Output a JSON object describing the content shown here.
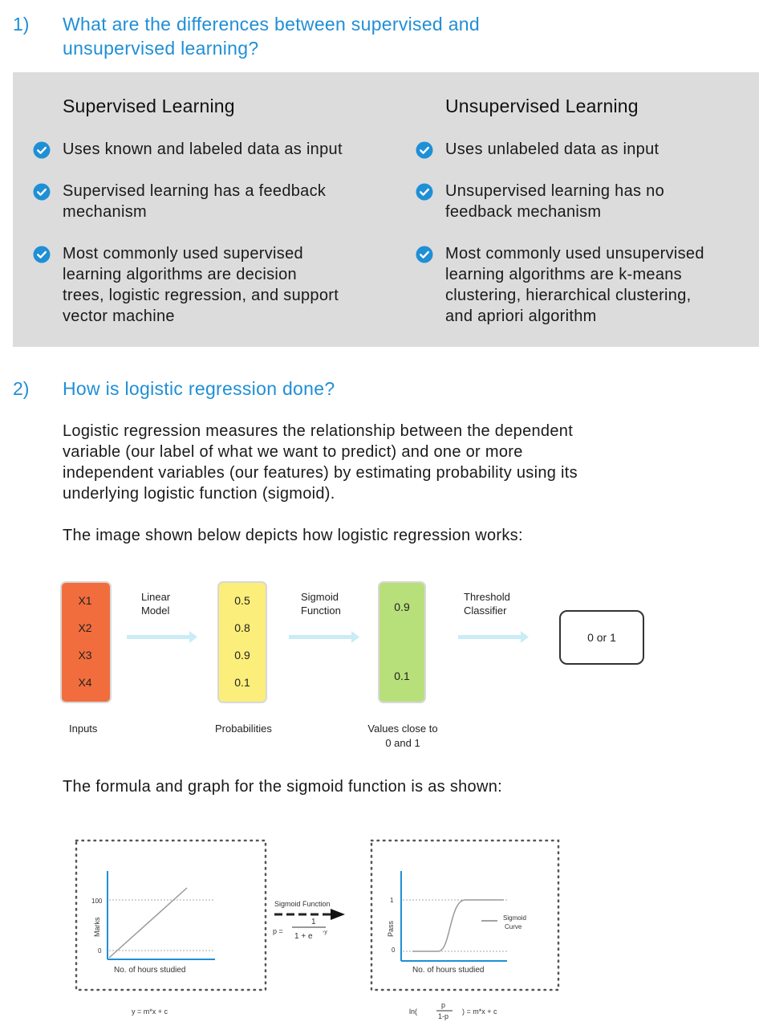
{
  "q1": {
    "number": "1)",
    "title_line1": "What are the differences between supervised and",
    "title_line2": "unsupervised learning?",
    "left": {
      "heading": "Supervised Learning",
      "items": [
        [
          "Uses known and labeled data as input"
        ],
        [
          "Supervised learning has a feedback",
          "mechanism"
        ],
        [
          "Most commonly used supervised",
          "learning algorithms are decision",
          "trees, logistic regression, and support",
          "vector machine"
        ]
      ]
    },
    "right": {
      "heading": "Unsupervised Learning",
      "items": [
        [
          "Uses unlabeled data as input"
        ],
        [
          "Unsupervised learning has no",
          "feedback mechanism"
        ],
        [
          "Most commonly used unsupervised",
          "learning algorithms are k-means",
          "clustering, hierarchical clustering,",
          "and apriori algorithm"
        ]
      ]
    }
  },
  "q2": {
    "number": "2)",
    "title": "How is logistic regression done?",
    "para1": [
      "Logistic regression measures the relationship between the dependent",
      "variable (our label of what we want to predict) and one or more",
      "independent variables (our features) by estimating probability using its",
      "underlying logistic function (sigmoid)."
    ],
    "para2": "The image shown below depicts how logistic regression works:",
    "para3": "The formula and graph for the sigmoid function is as shown:"
  },
  "flow": {
    "inputs": [
      "X1",
      "X2",
      "X3",
      "X4"
    ],
    "inputs_label": "Inputs",
    "linear_label": [
      "Linear",
      "Model"
    ],
    "probs": [
      "0.5",
      "0.8",
      "0.9",
      "0.1"
    ],
    "probs_label": "Probabilities",
    "sigmoid_label": [
      "Sigmoid",
      "Function"
    ],
    "values": [
      "0.9",
      "0.1"
    ],
    "values_label": [
      "Values close to",
      "0 and 1"
    ],
    "threshold_label": [
      "Threshold",
      "Classifier"
    ],
    "output": "0 or 1",
    "colors": {
      "inputs": "#f26d3d",
      "probs": "#fbee7a",
      "values": "#b8e07a",
      "arrow": "#c9ecf7",
      "accent": "#1f8fd6",
      "panel": "#dcdcdc"
    }
  },
  "graphs": {
    "left_ytop": "100",
    "left_y0": "0",
    "left_ylabel": "Marks",
    "left_xlabel": "No. of hours studied",
    "left_formula": "y = m*x + c",
    "sig_label": "Sigmoid Function",
    "sig_p": "p =",
    "sig_num": "1",
    "sig_den": "1 + e",
    "sig_exp": "-y",
    "right_ytop": "1",
    "right_y0": "0",
    "right_ylabel": "Pass",
    "right_xlabel": "No. of hours studied",
    "curve_label": [
      "Sigmoid",
      "Curve"
    ],
    "right_formula_ln": "ln(",
    "right_formula_p": "p",
    "right_formula_1p": "1-p",
    "right_formula_rest": ")  = m*x + c"
  }
}
